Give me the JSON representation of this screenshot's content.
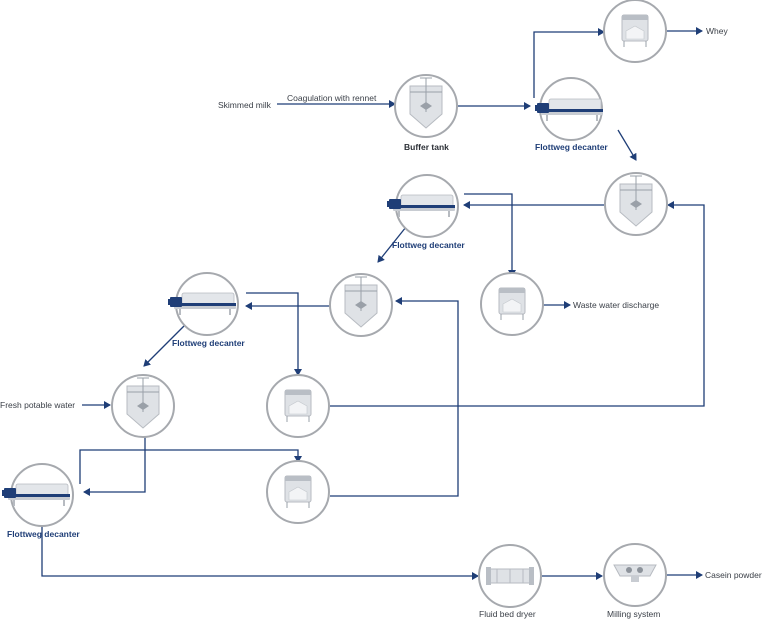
{
  "labels": {
    "skimmed_milk": "Skimmed milk",
    "coagulation": "Coagulation with rennet",
    "buffer_tank": "Buffer tank",
    "decanter": "Flottweg decanter",
    "whey": "Whey",
    "waste_water": "Waste water discharge",
    "fresh_water": "Fresh potable water",
    "fluid_bed_dryer": "Fluid bed dryer",
    "milling_system": "Milling system",
    "casein_powder": "Casein powder"
  },
  "colors": {
    "flow_line": "#1f3e77",
    "circle_outline": "#a6a9ae",
    "equipment_fill": "#dfe2e6"
  }
}
